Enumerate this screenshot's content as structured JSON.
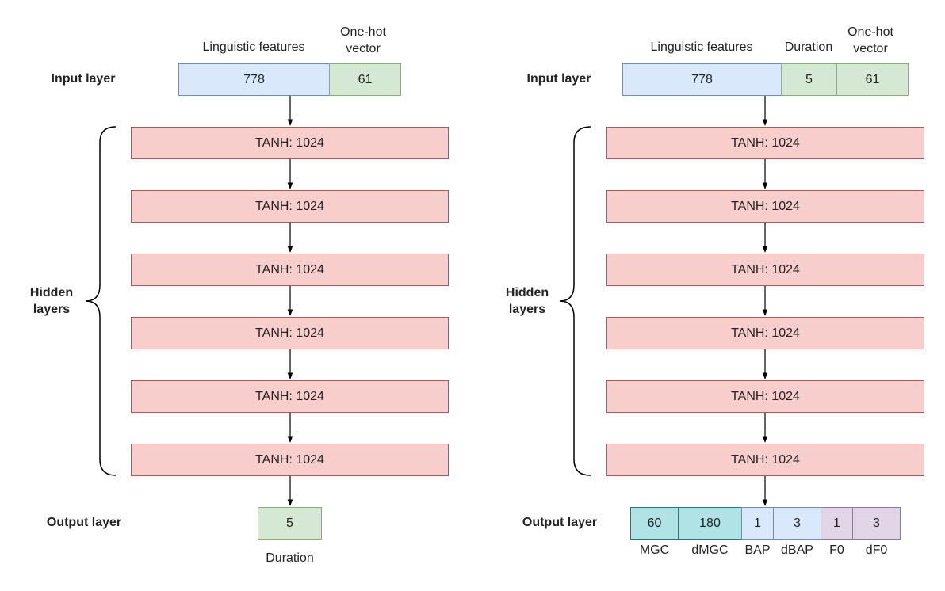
{
  "left": {
    "input_layer_label": "Input layer",
    "hidden_layers_label_1": "Hidden",
    "hidden_layers_label_2": "layers",
    "output_layer_label": "Output layer",
    "col_header_linguistic": "Linguistic features",
    "col_header_onehot_1": "One-hot",
    "col_header_onehot_2": "vector",
    "input_boxes": [
      "778",
      "61"
    ],
    "hidden_boxes": [
      "TANH: 1024",
      "TANH: 1024",
      "TANH: 1024",
      "TANH: 1024",
      "TANH: 1024",
      "TANH: 1024"
    ],
    "output_box": "5",
    "output_caption": "Duration"
  },
  "right": {
    "input_layer_label": "Input layer",
    "hidden_layers_label_1": "Hidden",
    "hidden_layers_label_2": "layers",
    "output_layer_label": "Output layer",
    "col_header_linguistic": "Linguistic features",
    "col_header_duration": "Duration",
    "col_header_onehot_1": "One-hot",
    "col_header_onehot_2": "vector",
    "input_boxes": [
      "778",
      "5",
      "61"
    ],
    "hidden_boxes": [
      "TANH: 1024",
      "TANH: 1024",
      "TANH: 1024",
      "TANH: 1024",
      "TANH: 1024",
      "TANH: 1024"
    ],
    "output_boxes": [
      "60",
      "180",
      "1",
      "3",
      "1",
      "3"
    ],
    "output_captions": [
      "MGC",
      "dMGC",
      "BAP",
      "dBAP",
      "F0",
      "dF0"
    ]
  },
  "colors": {
    "blue": "#dae8fc",
    "green": "#d5e8d4",
    "red": "#f8cecc",
    "teal": "#b0e3e6",
    "purple": "#e1d5e7"
  }
}
